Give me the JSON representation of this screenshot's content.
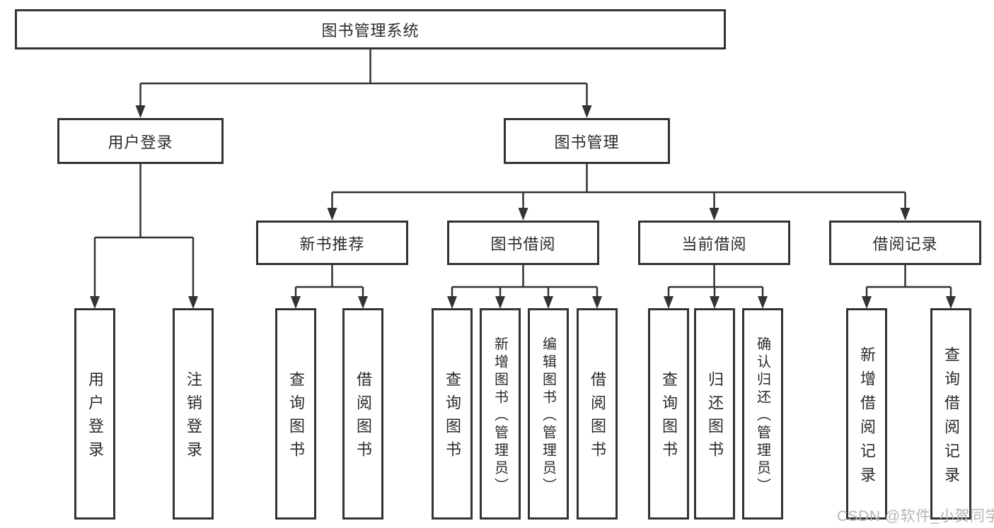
{
  "tree": {
    "root": "图书管理系统",
    "branches": [
      {
        "label": "用户登录",
        "leaves": [
          "用户登录",
          "注销登录"
        ]
      },
      {
        "label": "图书管理",
        "children": [
          {
            "label": "新书推荐",
            "leaves": [
              "查询图书",
              "借阅图书"
            ]
          },
          {
            "label": "图书借阅",
            "leaves": [
              "查询图书",
              "新增图书（管理员）",
              "编辑图书（管理员）",
              "借阅图书"
            ]
          },
          {
            "label": "当前借阅",
            "leaves": [
              "查询图书",
              "归还图书",
              "确认归还（管理员）"
            ]
          },
          {
            "label": "借阅记录",
            "leaves": [
              "新增借阅记录",
              "查询借阅记录"
            ]
          }
        ]
      }
    ]
  },
  "watermark": {
    "text": "CSDN @软件_小贺同学",
    "color": "#b5b5b5"
  },
  "colors": {
    "line": "#333333",
    "box_border": "#333333",
    "box_fill": "#ffffff",
    "text": "#2b2b2b",
    "background": "#ffffff"
  }
}
